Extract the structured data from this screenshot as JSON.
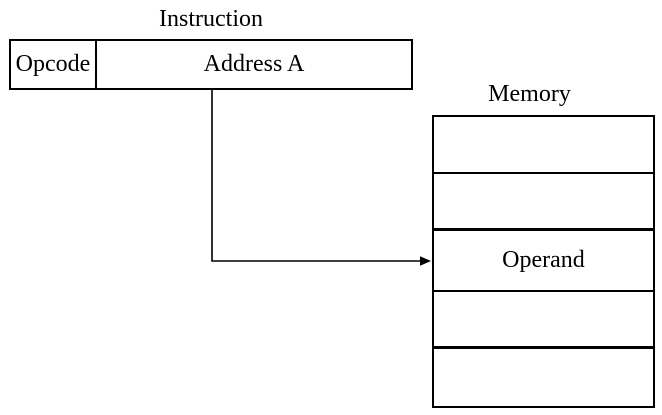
{
  "instruction": {
    "title": "Instruction",
    "fields": [
      {
        "label": "Opcode"
      },
      {
        "label": "Address A"
      }
    ]
  },
  "memory": {
    "title": "Memory",
    "rows": [
      "",
      "",
      "Operand",
      "",
      ""
    ],
    "operand_row_index": 2
  },
  "arrow": {
    "meaning": "address-field-points-to-operand-in-memory"
  },
  "colors": {
    "line": "#000000",
    "text": "#000000",
    "background": "#ffffff"
  }
}
